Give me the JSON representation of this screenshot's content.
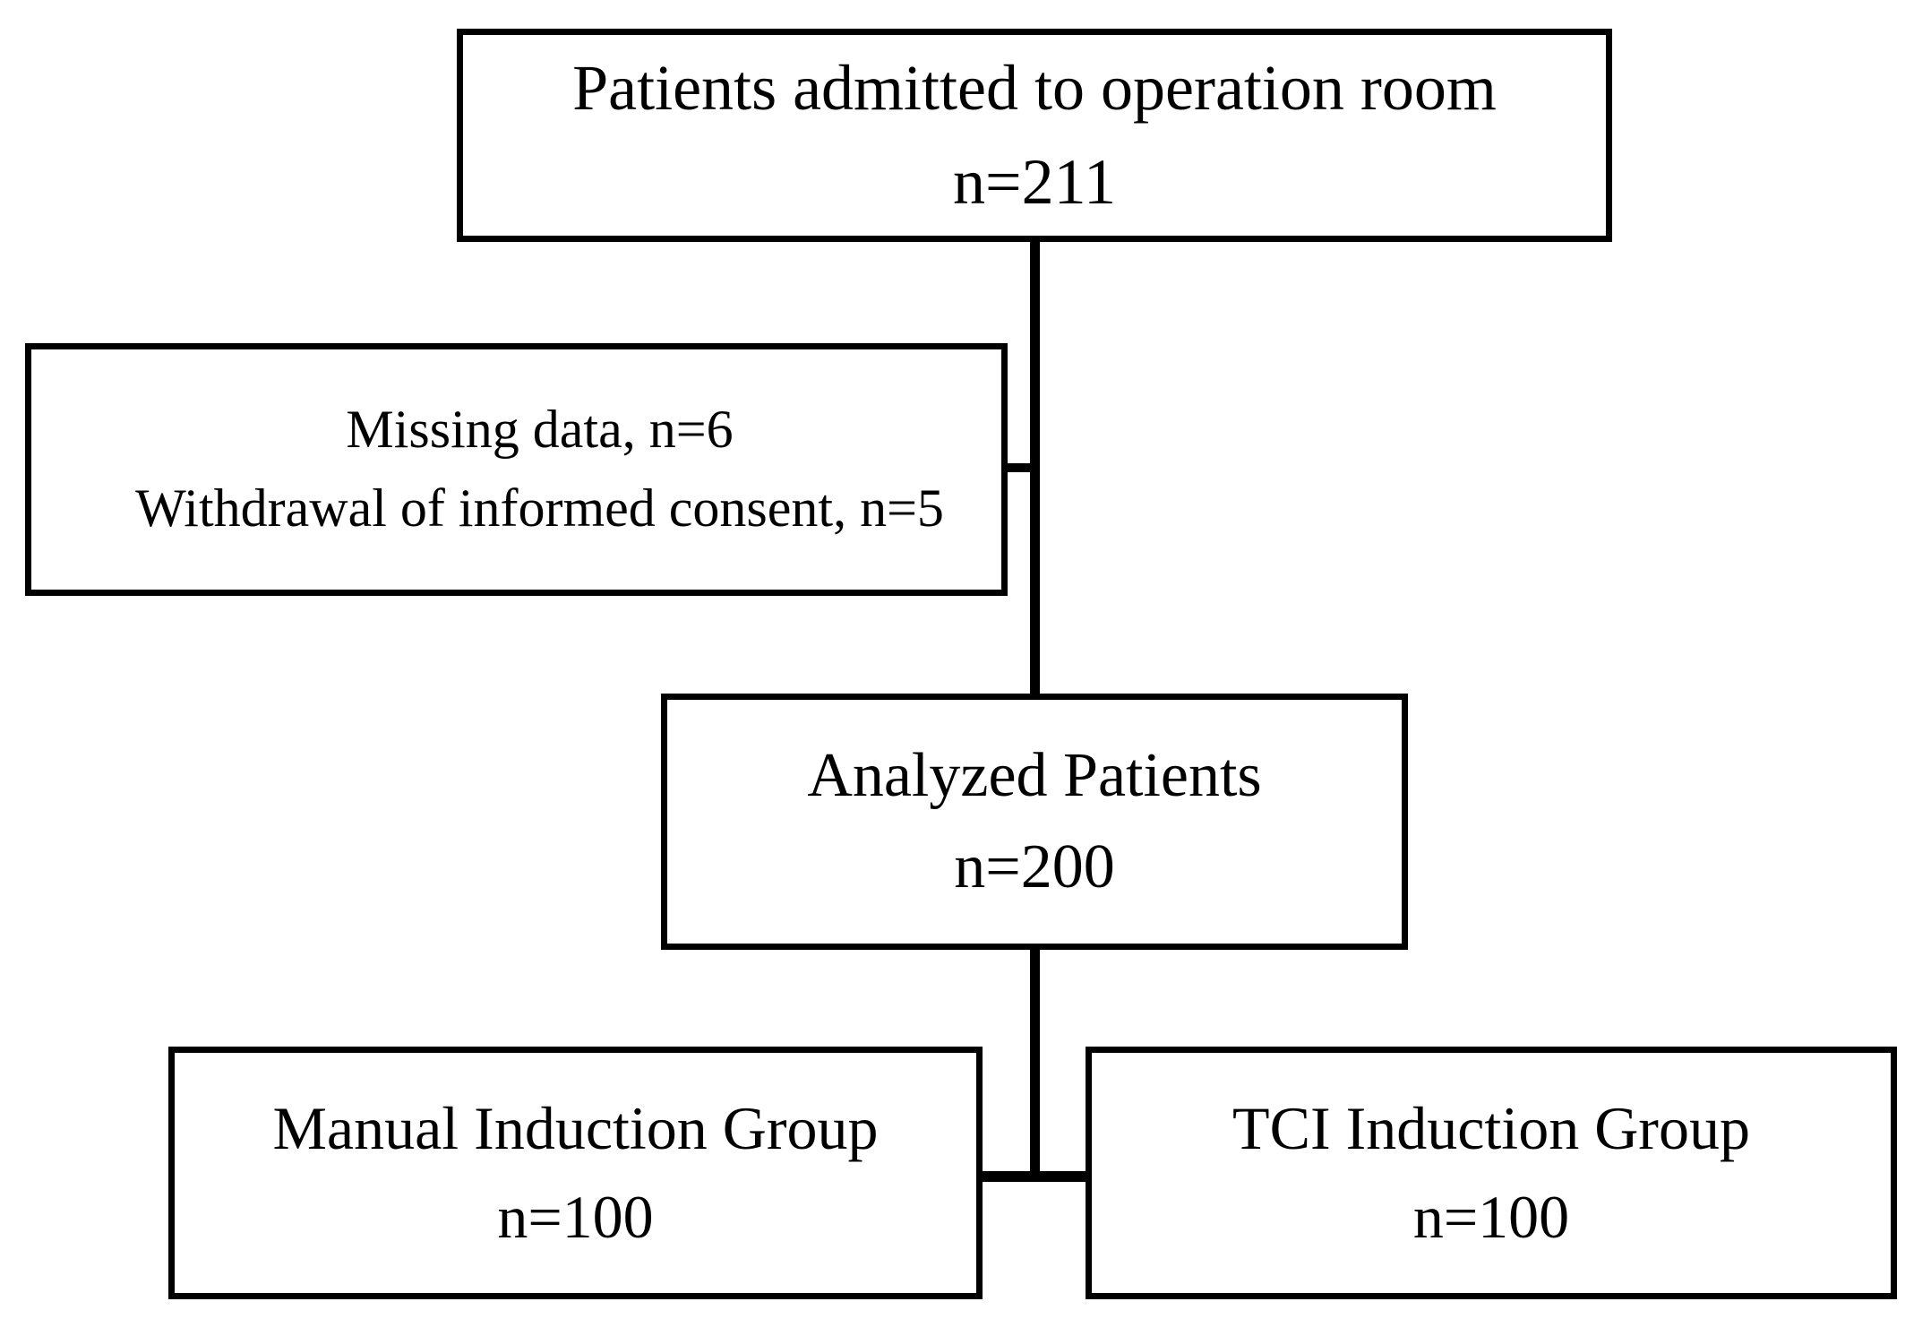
{
  "diagram": {
    "title": "CONSORT-style patient flow diagram",
    "type": "flowchart",
    "colors": {
      "background": "#ffffff",
      "stroke": "#000000",
      "text": "#000000"
    },
    "nodes": {
      "admitted": {
        "id": "patients-admitted",
        "line1": "Patients admitted to operation room",
        "line2": "n=211",
        "count": 211
      },
      "exclusions": {
        "id": "exclusions",
        "line1": "Missing data, n=6",
        "line2": "Withdrawal of informed consent, n=5",
        "missing_data_count": 6,
        "withdrawal_count": 5
      },
      "analyzed": {
        "id": "analyzed-patients",
        "line1": "Analyzed Patients",
        "line2": "n=200",
        "count": 200
      },
      "manual_group": {
        "id": "manual-induction-group",
        "line1": "Manual Induction Group",
        "line2": "n=100",
        "count": 100
      },
      "tci_group": {
        "id": "tci-induction-group",
        "line1": "TCI Induction Group",
        "line2": "n=100",
        "count": 100
      }
    },
    "edges": [
      {
        "from": "admitted",
        "to": "analyzed",
        "style": "vertical-line"
      },
      {
        "from": "admitted-to-analyzed",
        "to": "exclusions",
        "style": "horizontal-stub"
      },
      {
        "from": "analyzed",
        "to": "manual_group",
        "style": "split-bar"
      },
      {
        "from": "analyzed",
        "to": "tci_group",
        "style": "split-bar"
      }
    ]
  }
}
